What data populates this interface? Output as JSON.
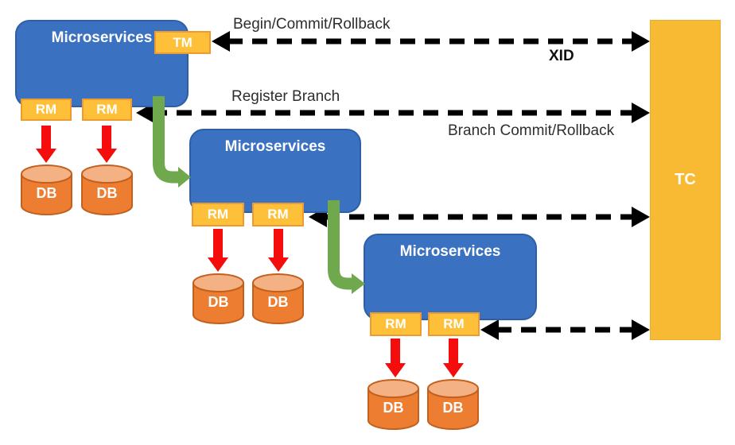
{
  "labels": {
    "begin_commit_rollback": "Begin/Commit/Rollback",
    "xid": "XID",
    "register_branch": "Register Branch",
    "branch_commit_rollback": "Branch Commit/Rollback"
  },
  "nodes": {
    "microservices": "Microservices",
    "tm": "TM",
    "rm": "RM",
    "db": "DB",
    "tc": "TC"
  },
  "colors": {
    "microservice_blue": "#3A71C1",
    "component_amber": "#FDC038",
    "component_amber_border": "#EC9A31",
    "tc_gold": "#F9BA33",
    "db_orange": "#EC7D31",
    "db_orange_top": "#F4B183",
    "db_orange_border": "#C2611F",
    "flow_green": "#6FA84D",
    "arrow_red": "#F50D0D",
    "arrow_black": "#000000",
    "label_text": "#2E2E2E"
  }
}
